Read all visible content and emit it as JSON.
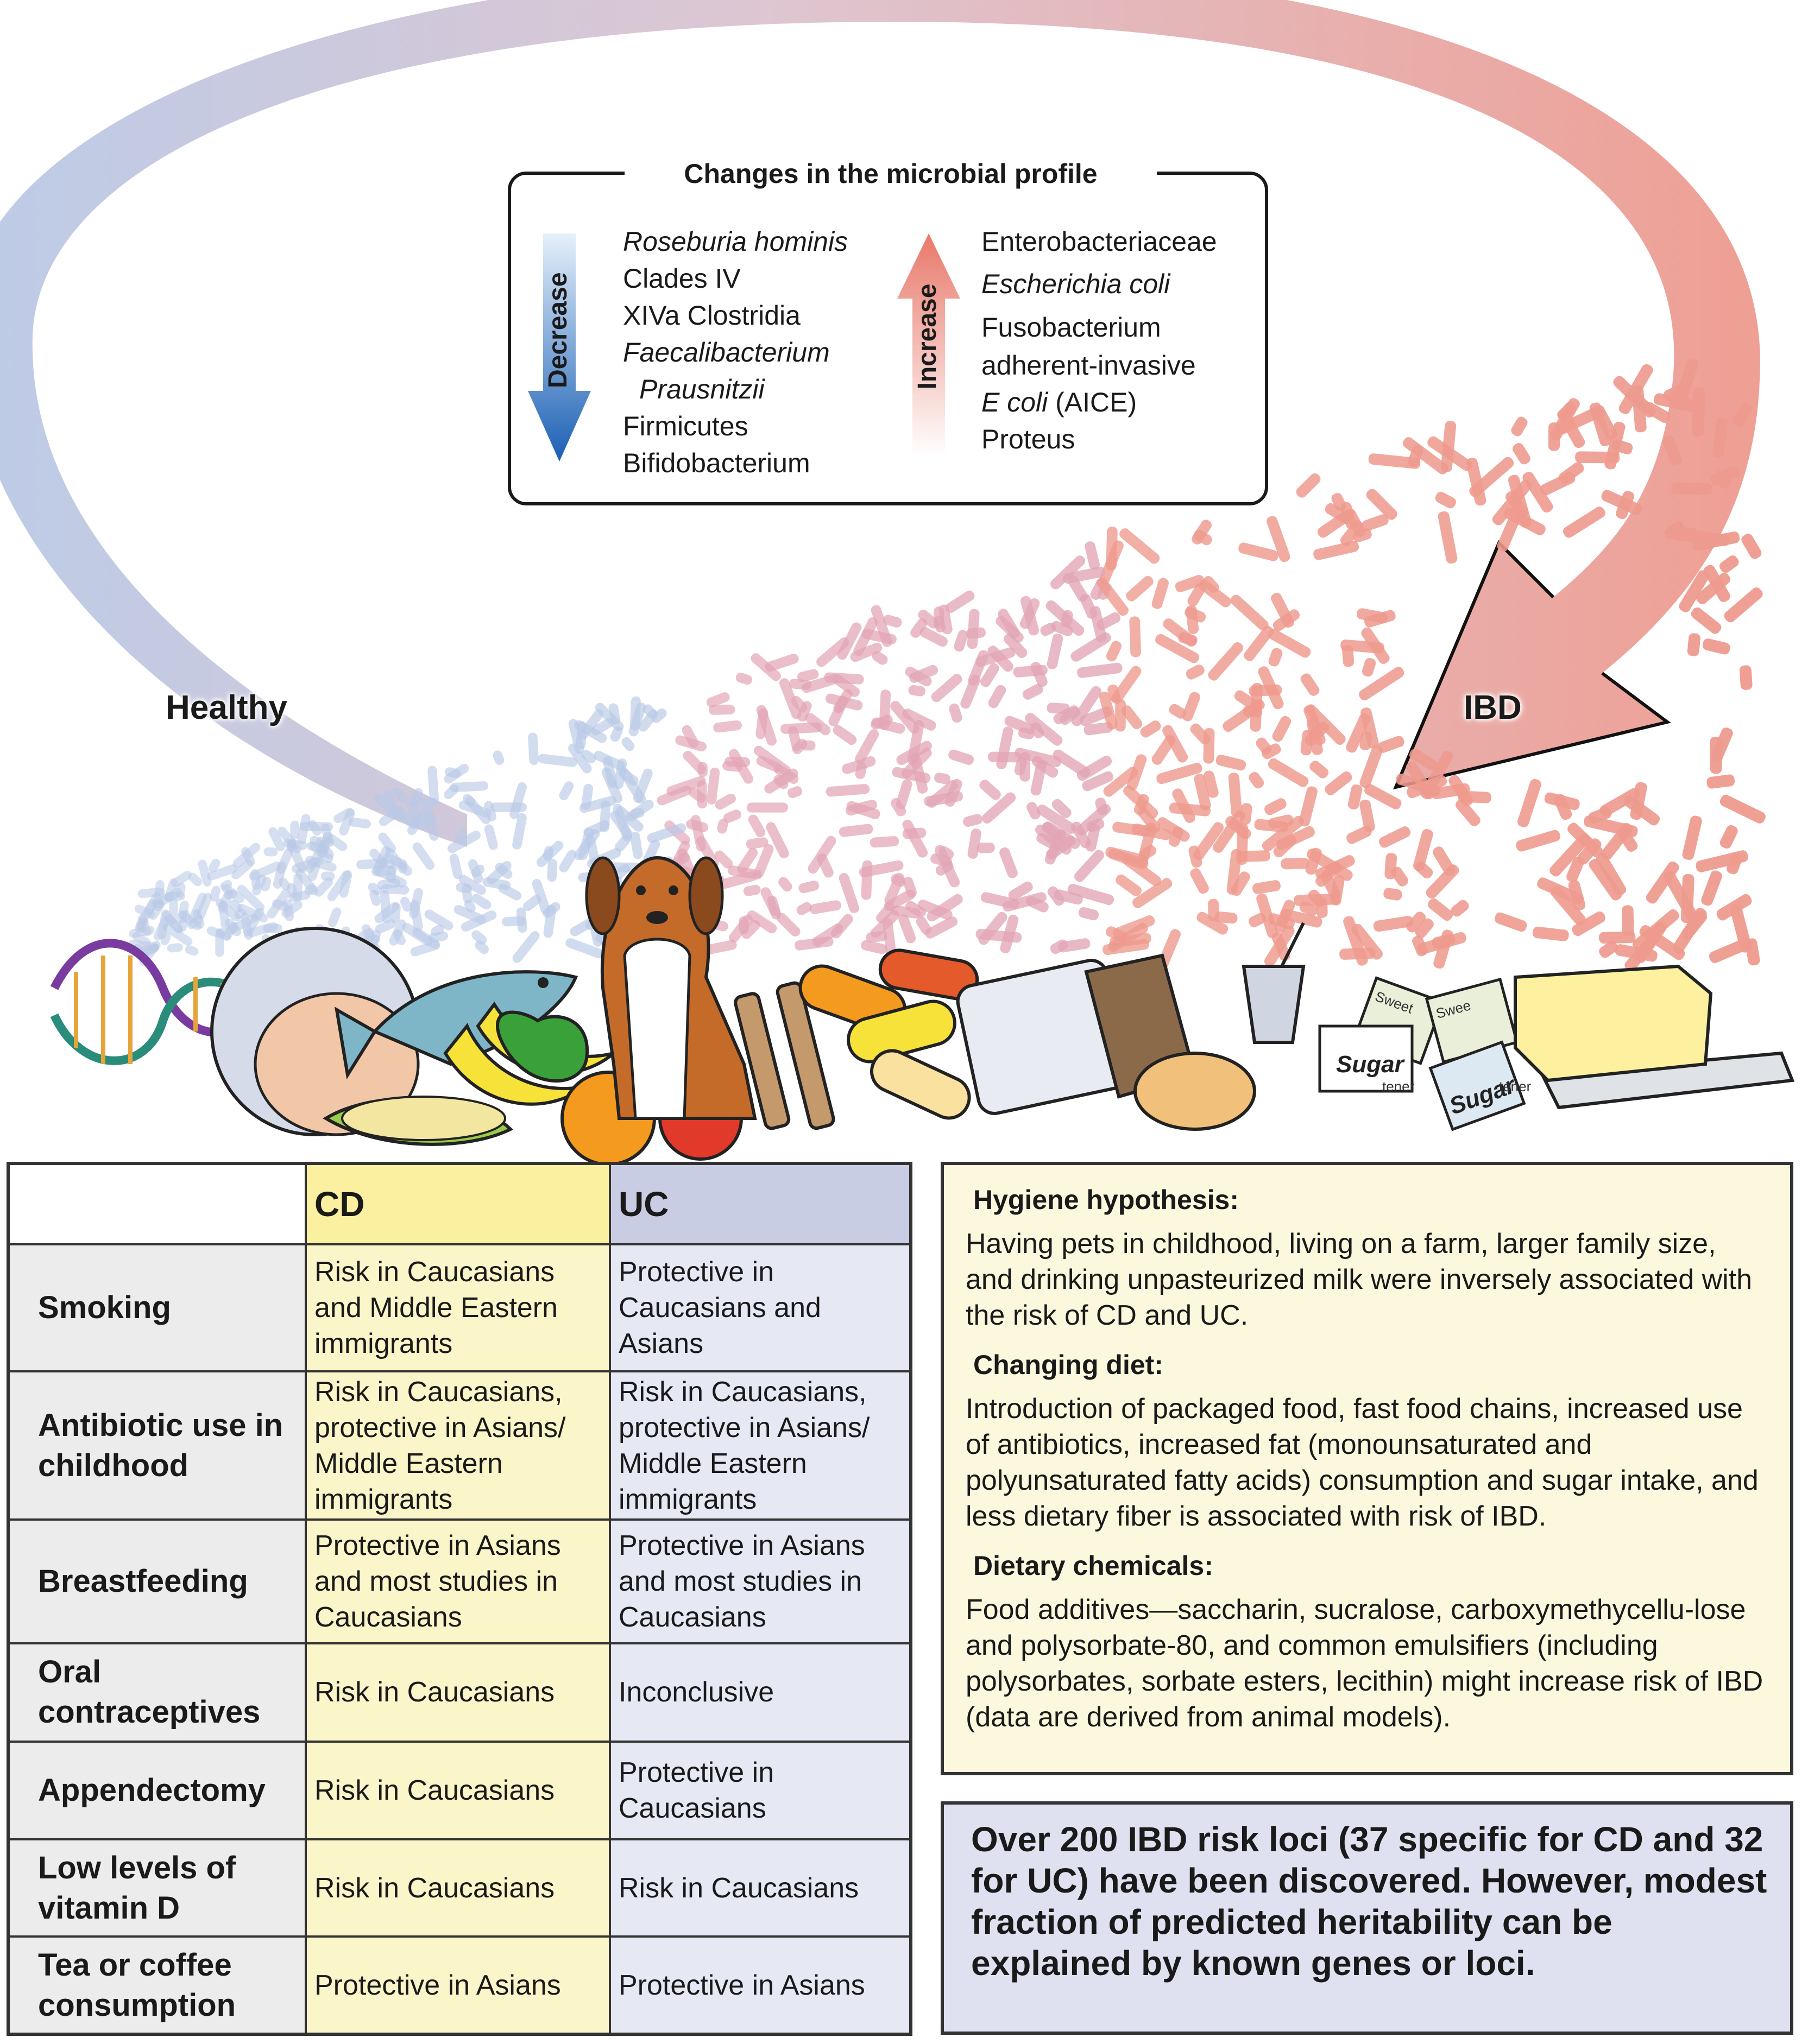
{
  "diagram": {
    "label_healthy": "Healthy",
    "label_ibd": "IBD",
    "microbial_profile": {
      "title": "Changes in the microbial profile",
      "decrease_label": "Decrease",
      "increase_label": "Increase",
      "decrease": [
        {
          "text": "Roseburia hominis",
          "italic": true
        },
        {
          "text": "Clades IV",
          "italic": false
        },
        {
          "text": "XIVa Clostridia",
          "italic": false
        },
        {
          "text": "Faecalibacterium",
          "italic": true
        },
        {
          "text": "Prausnitzii",
          "italic": true
        },
        {
          "text": "Firmicutes",
          "italic": false
        },
        {
          "text": "Bifidobacterium",
          "italic": false
        }
      ],
      "increase": [
        {
          "text": "Enterobacteriaceae"
        },
        {
          "text": "Escherichia coli"
        },
        {
          "text": "Fusobacterium"
        },
        {
          "text": "adherent-invasive"
        },
        {
          "text_italic": "E coli",
          "text_rest": " (AICE)"
        },
        {
          "text": "Proteus"
        }
      ]
    },
    "packets": {
      "sugar_1": "Sugar",
      "sugar_2": "Sugar",
      "sweetener_1": "Sweet",
      "sweetener_2": "Swee",
      "sweetener_3": "tener",
      "sweetener_4": "tener"
    }
  },
  "risk_table": {
    "headers": {
      "cd": "CD",
      "uc": "UC"
    },
    "rows": [
      {
        "factor": "Smoking",
        "cd": "Risk in Caucasians and Middle Eastern immigrants",
        "uc": "Protective in Caucasians and Asians"
      },
      {
        "factor": "Antibiotic use in childhood",
        "cd": "Risk in Caucasians, protective in Asians/ Middle Eastern immigrants",
        "uc": "Risk in Caucasians, protective in Asians/ Middle Eastern immigrants"
      },
      {
        "factor": "Breastfeeding",
        "cd": "Protective in Asians and most studies in Caucasians",
        "uc": "Protective in Asians and most studies in Caucasians"
      },
      {
        "factor": "Oral contraceptives",
        "cd": "Risk in Caucasians",
        "uc": "Inconclusive"
      },
      {
        "factor": "Appendectomy",
        "cd": "Risk in Caucasians",
        "uc": "Protective in Caucasians"
      },
      {
        "factor": "Low levels of vitamin D",
        "cd": "Risk in Caucasians",
        "uc": "Risk in Caucasians"
      },
      {
        "factor": "Tea or coffee consumption",
        "cd": "Protective in Asians",
        "uc": "Protective in Asians"
      }
    ]
  },
  "info_panel": {
    "sections": [
      {
        "heading": "Hygiene hypothesis:",
        "body": "Having pets in childhood, living on a farm, larger family size, and drinking unpasteurized milk were inversely associated with the risk of CD and UC."
      },
      {
        "heading": "Changing diet:",
        "body": "Introduction of packaged food, fast food chains, increased use of antibiotics, increased fat (monounsaturated and polyunsaturated fatty acids) consumption and sugar intake, and less dietary fiber is associated with risk of IBD."
      },
      {
        "heading": "Dietary chemicals:",
        "body": "Food additives—saccharin, sucralose, carboxymethycellu-lose and polysorbate-80, and common emulsifiers (including polysorbates, sorbate esters, lecithin) might increase risk of IBD (data are derived from animal models)."
      }
    ]
  },
  "genetics": {
    "text": "Over 200 IBD risk loci (37 specific for CD and 32 for UC) have been discovered. However, modest fraction of predicted heritability can be explained by known genes or loci."
  },
  "colors": {
    "healthy_blue": "#b9c9e6",
    "ibd_red": "#ee9a8e",
    "mid_pink": "#e2a5b5",
    "cd_yellow": "#fbf6c9",
    "uc_lavender": "#e6e8f3",
    "info_yellow": "#fbf8de",
    "loci_lavender": "#dfe1f0"
  }
}
